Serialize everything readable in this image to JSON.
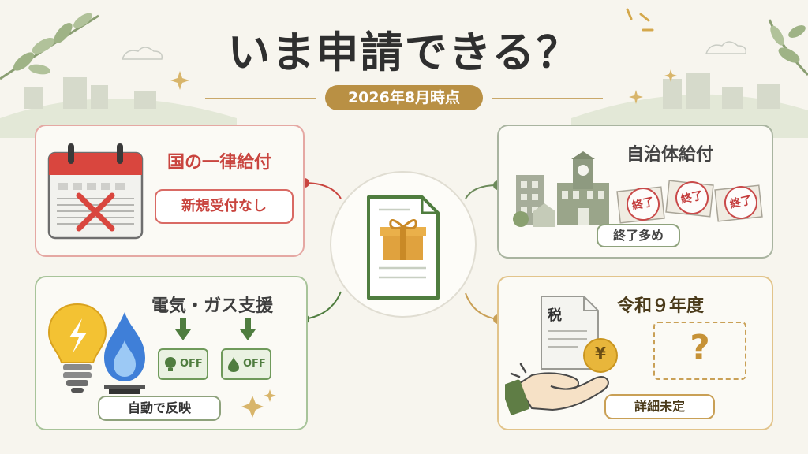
{
  "title": "いま申請できる？",
  "date_badge": "2026年8月時点",
  "cards": {
    "national": {
      "heading": "国の一律給付",
      "status": "新規受付なし"
    },
    "municipal": {
      "heading": "自治体給付",
      "status": "終了多め",
      "stamp": "終了"
    },
    "energy": {
      "heading": "電気・ガス支援",
      "status": "自動で反映",
      "off_label": "OFF"
    },
    "reiwa9": {
      "heading": "令和９年度",
      "status": "詳細未定",
      "tax_label": "税",
      "yen_label": "¥",
      "unknown_mark": "?"
    }
  },
  "colors": {
    "red": "#c9453f",
    "green": "#4f7d3f",
    "gray_green": "#5e6b55",
    "gold": "#b99044"
  },
  "icons": [
    "calendar-icon",
    "document-gift-icon",
    "town-hall-icon",
    "envelope-icon",
    "lightbulb-icon",
    "gas-flame-icon",
    "tax-document-icon",
    "hand-coin-icon",
    "sparkle-icon"
  ]
}
